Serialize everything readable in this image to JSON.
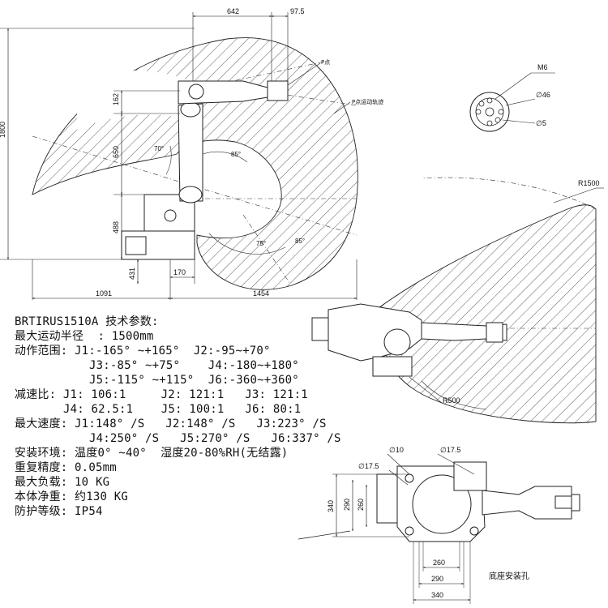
{
  "side_view": {
    "dims": {
      "top_642": "642",
      "top_97_5": "97.5",
      "height_1800": "1800",
      "v_162": "162",
      "v_650": "650",
      "v_488": "488",
      "v_431": "431",
      "h_170": "170",
      "h_1091": "1091",
      "h_1454": "1454"
    },
    "angles": {
      "a70": "70°",
      "a85_top": "85°",
      "a75": "75°",
      "a85_bottom": "85°"
    },
    "labels": {
      "p_point": "P点",
      "p_track": "P点运动轨迹"
    }
  },
  "flange": {
    "m6": "M6",
    "d46": "∅46",
    "d5": "∅5"
  },
  "top_view": {
    "r1500": "R1500",
    "r500": "R500"
  },
  "base_view": {
    "d10": "∅10",
    "d17_5_top": "∅17.5",
    "d17_5_left": "∅17.5",
    "v_340": "340",
    "v_290": "290",
    "v_260": "260",
    "h_260": "260",
    "h_290": "290",
    "h_340": "340",
    "caption": "底座安装孔"
  },
  "specs": {
    "title": "BRTIRUS1510A 技术参数:",
    "radius": "最大运动半径  : 1500mm",
    "range_1": "动作范围: J1:-165° ~+165°  J2:-95~+70°",
    "range_2": "J3:-85° ~+75°    J4:-180~+180°",
    "range_3": "J5:-115° ~+115°  J6:-360~+360°",
    "ratio_1": "减速比: J1: 106:1     J2: 121:1   J3: 121:1",
    "ratio_2": "J4: 62.5:1    J5: 100:1   J6: 80:1",
    "speed_1": "最大速度: J1:148° /S   J2:148° /S   J3:223° /S",
    "speed_2": "J4:250° /S   J5:270° /S   J6:337° /S",
    "env": "安装环境: 温度0° ~40°  湿度20-80%RH(无结露)",
    "repeat": "重复精度: 0.05mm",
    "payload": "最大负载: 10 KG",
    "weight": "本体净重: 约130 KG",
    "protection": "防护等级: IP54"
  }
}
